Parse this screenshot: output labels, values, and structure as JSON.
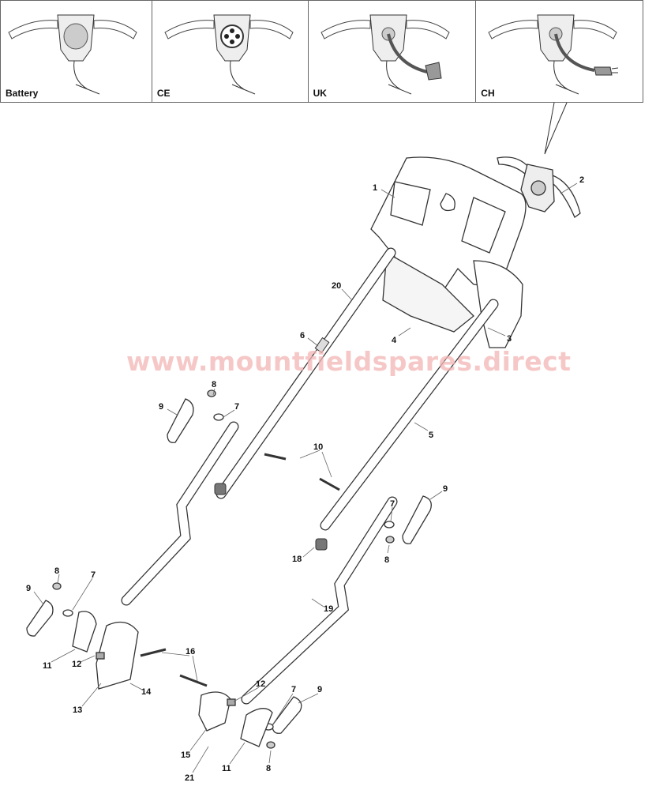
{
  "variants": [
    {
      "label": "Battery",
      "type": "battery"
    },
    {
      "label": "CE",
      "type": "ce"
    },
    {
      "label": "UK",
      "type": "uk"
    },
    {
      "label": "CH",
      "type": "ch"
    }
  ],
  "watermark": "www.mountfieldspares.direct",
  "callouts": [
    "1",
    "2",
    "20",
    "4",
    "6",
    "3",
    "8",
    "9",
    "7",
    "5",
    "10",
    "9",
    "7",
    "8",
    "18",
    "8",
    "7",
    "9",
    "19",
    "11",
    "12",
    "16",
    "13",
    "14",
    "12",
    "7",
    "9",
    "15",
    "21",
    "11",
    "8"
  ]
}
